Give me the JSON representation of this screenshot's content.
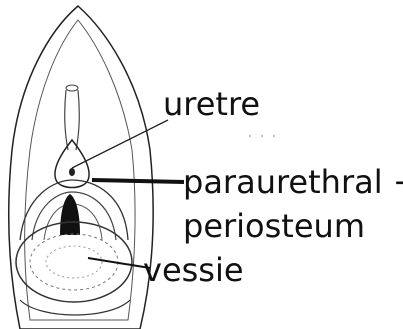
{
  "labels": {
    "uretre": "uretre",
    "paraurethral_line1": "paraurethral +",
    "paraurethral_line2": "periosteum",
    "vessie": "vessie"
  },
  "colors": {
    "ink": "#111111",
    "background": "#ffffff"
  }
}
